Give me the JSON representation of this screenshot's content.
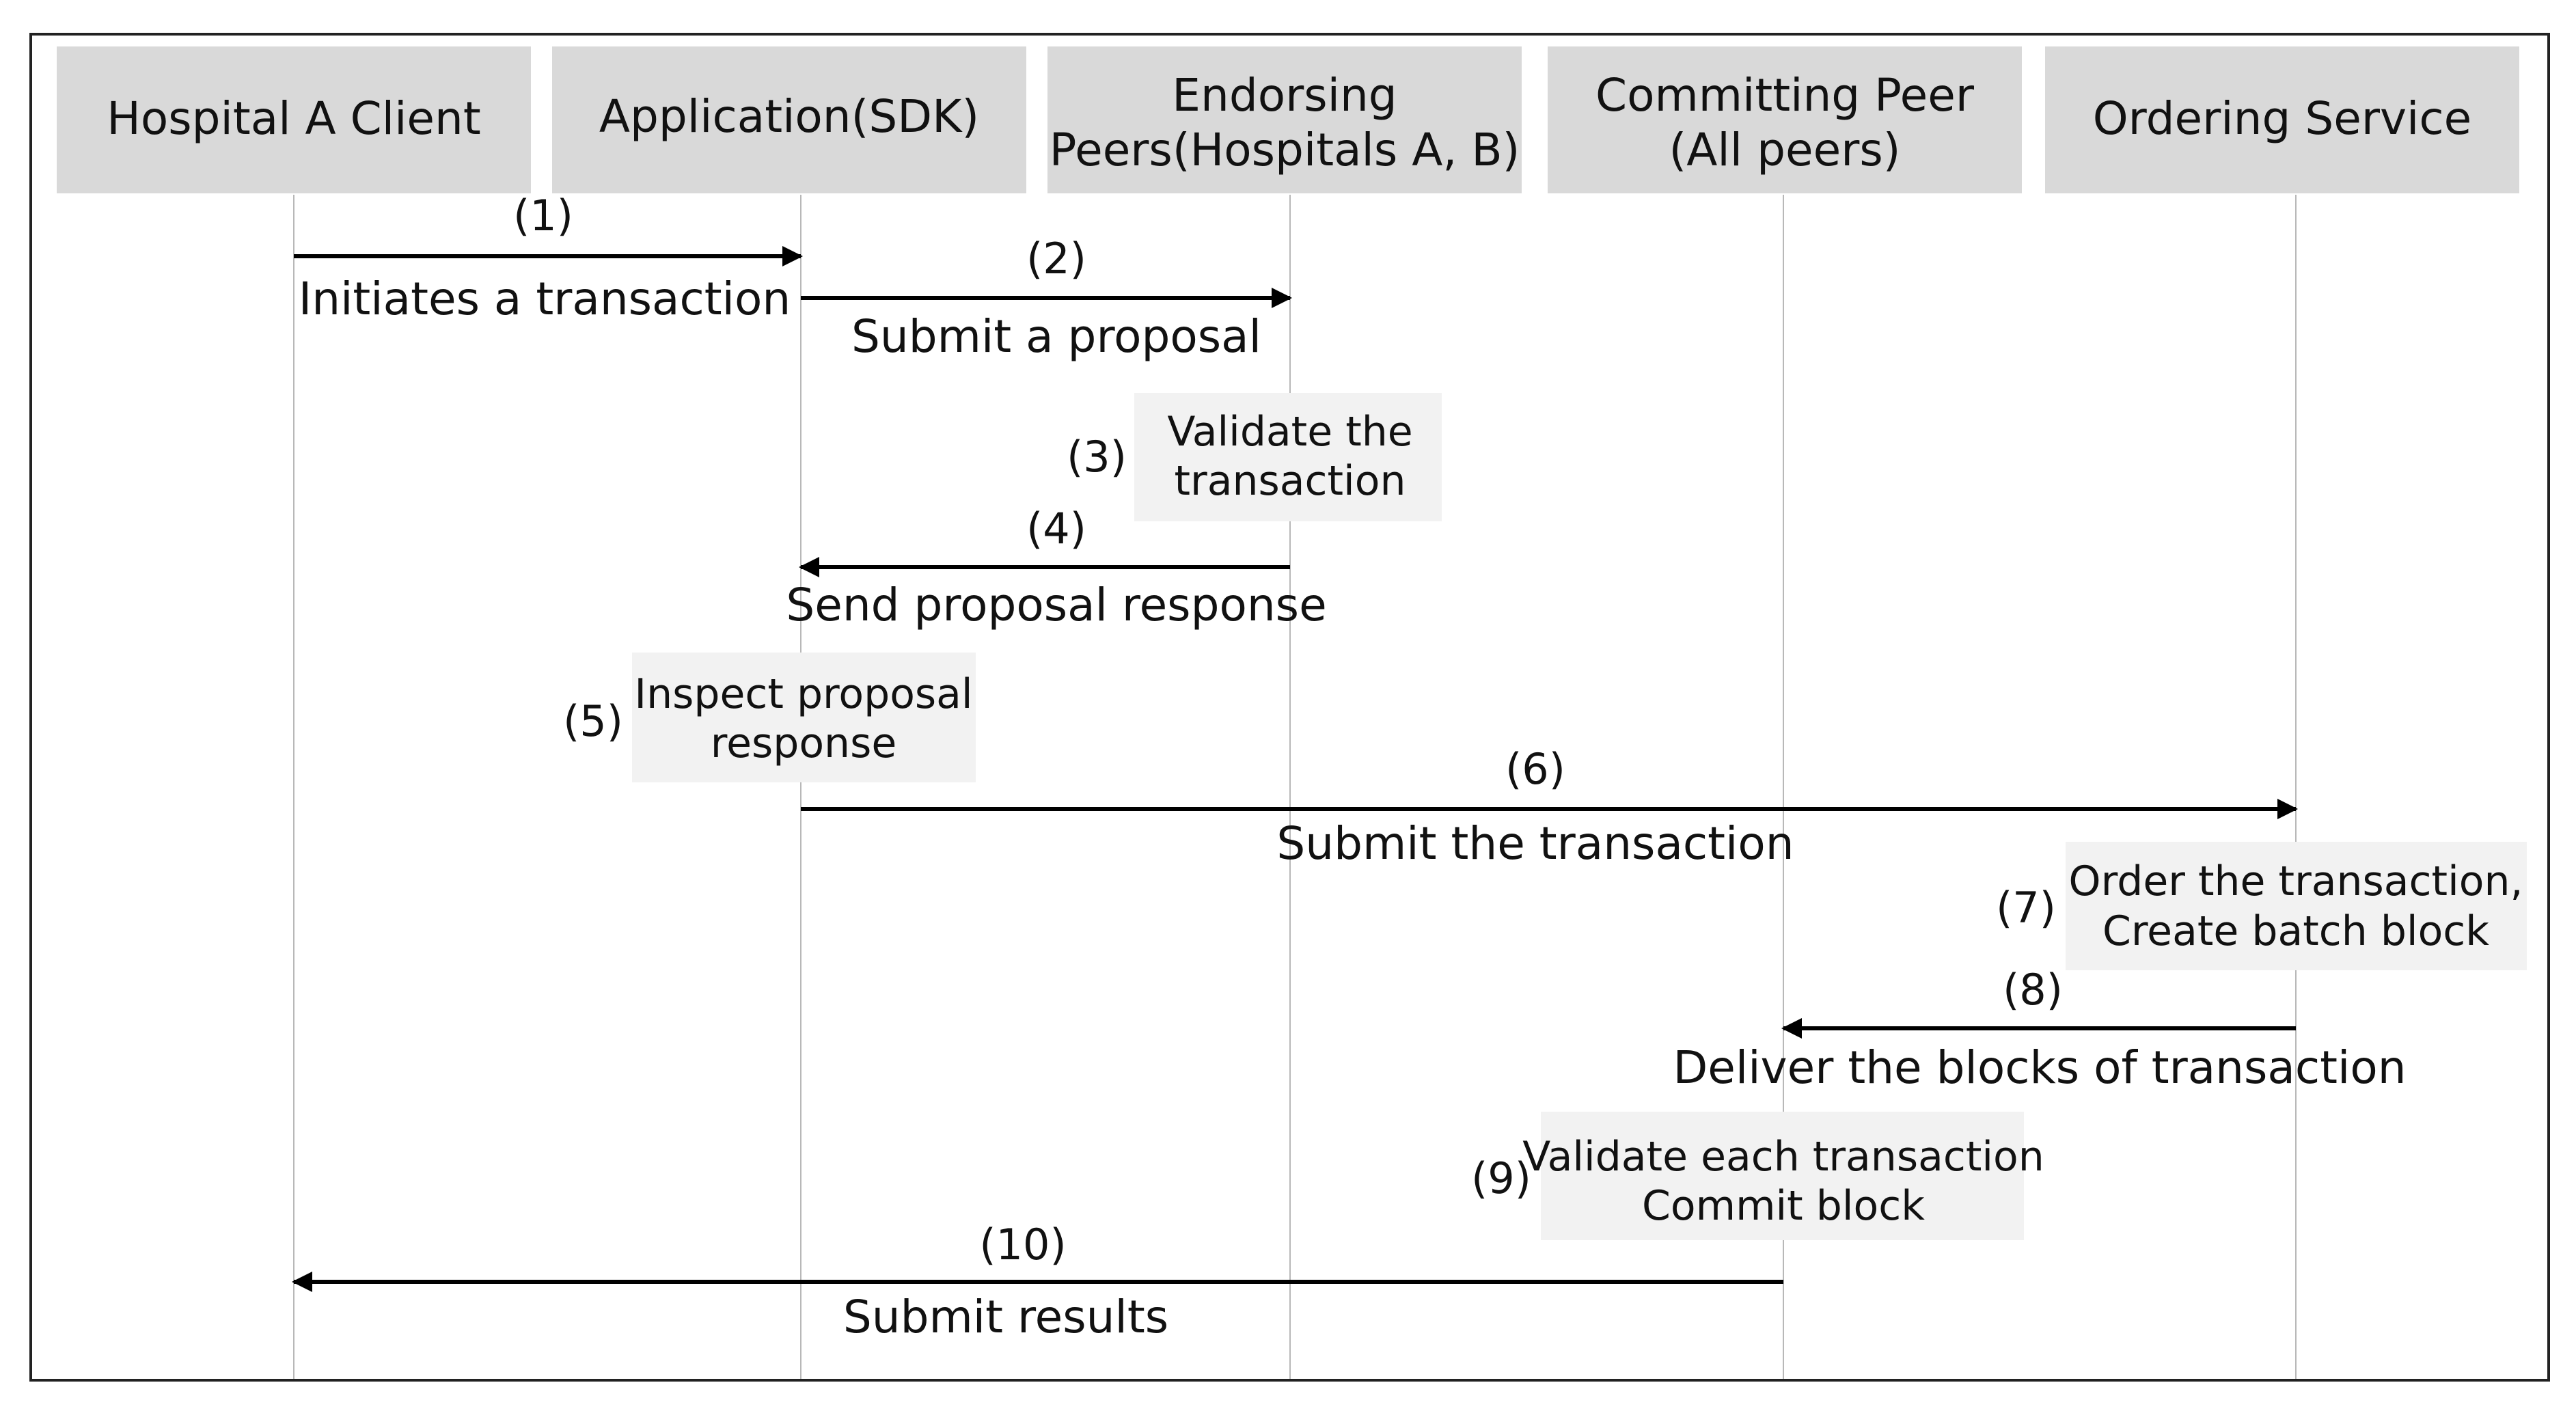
{
  "participants": [
    {
      "lines": [
        "Hospital A Client"
      ]
    },
    {
      "lines": [
        "Application(SDK)"
      ]
    },
    {
      "lines": [
        "Endorsing",
        "Peers(Hospitals A, B)"
      ]
    },
    {
      "lines": [
        "Committing Peer",
        "(All peers)"
      ]
    },
    {
      "lines": [
        "Ordering Service"
      ]
    }
  ],
  "messages": [
    {
      "number": "(1)",
      "label": "Initiates a transaction"
    },
    {
      "number": "(2)",
      "label": "Submit a proposal"
    },
    {
      "number": "(4)",
      "label": "Send proposal response"
    },
    {
      "number": "(6)",
      "label": "Submit the transaction"
    },
    {
      "number": "(8)",
      "label": "Deliver the blocks of transaction"
    },
    {
      "number": "(10)",
      "label": "Submit results"
    }
  ],
  "activities": [
    {
      "number": "(3)",
      "lines": [
        "Validate the",
        "transaction"
      ]
    },
    {
      "number": "(5)",
      "lines": [
        "Inspect proposal",
        "response"
      ]
    },
    {
      "number": "(7)",
      "lines": [
        "Order the transaction,",
        "Create batch block"
      ]
    },
    {
      "number": "(9)",
      "lines": [
        "Validate each transaction",
        "Commit block"
      ]
    }
  ],
  "colors": {
    "participant_box": "#d9d9d9",
    "activity_box": "#f2f2f2",
    "lifeline": "#b8b8b8",
    "arrow": "#000000",
    "frame": "#222222"
  }
}
